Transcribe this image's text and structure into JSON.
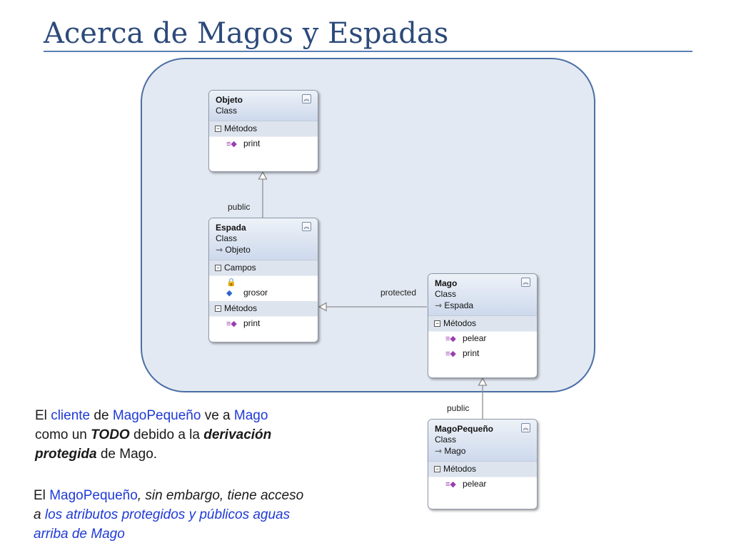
{
  "title": "Acerca de Magos y Espadas",
  "classes": {
    "objeto": {
      "name": "Objeto",
      "kind": "Class",
      "sections": [
        {
          "label": "Métodos",
          "items": [
            "print"
          ]
        }
      ]
    },
    "espada": {
      "name": "Espada",
      "kind": "Class",
      "base": "Objeto",
      "sections": [
        {
          "label": "Campos",
          "items": [
            "grosor"
          ]
        },
        {
          "label": "Métodos",
          "items": [
            "print"
          ]
        }
      ]
    },
    "mago": {
      "name": "Mago",
      "kind": "Class",
      "base": "Espada",
      "sections": [
        {
          "label": "Métodos",
          "items": [
            "pelear",
            "print"
          ]
        }
      ]
    },
    "magopequeno": {
      "name": "MagoPequeño",
      "kind": "Class",
      "base": "Mago",
      "sections": [
        {
          "label": "Métodos",
          "items": [
            "pelear"
          ]
        }
      ]
    }
  },
  "relations": [
    {
      "from": "Espada",
      "to": "Objeto",
      "label": "public"
    },
    {
      "from": "Mago",
      "to": "Espada",
      "label": "protected"
    },
    {
      "from": "MagoPequeño",
      "to": "Mago",
      "label": "public"
    }
  ],
  "captions": {
    "c1": {
      "p1": "El ",
      "p2": "cliente",
      "p3": " de ",
      "p4": "MagoPequeño",
      "p5": " ve a ",
      "p6": "Mago",
      "p7": "como un ",
      "p8": "TODO",
      "p9": " debido a la ",
      "p10": "derivación",
      "p11": "protegida",
      "p12": " de Mago."
    },
    "c2": {
      "p1": "El ",
      "p2": "MagoPequeño",
      "p3": ", sin embargo, tiene acceso",
      "p4": "a ",
      "p5": "los atributos protegidos y públicos aguas",
      "p6": "arriba de Mago"
    }
  },
  "colors": {
    "title": "#2c4a7a",
    "panel_fill": "#e3e9f2",
    "panel_border": "#4a6fa5",
    "caption_accent": "#1f3ad6"
  }
}
